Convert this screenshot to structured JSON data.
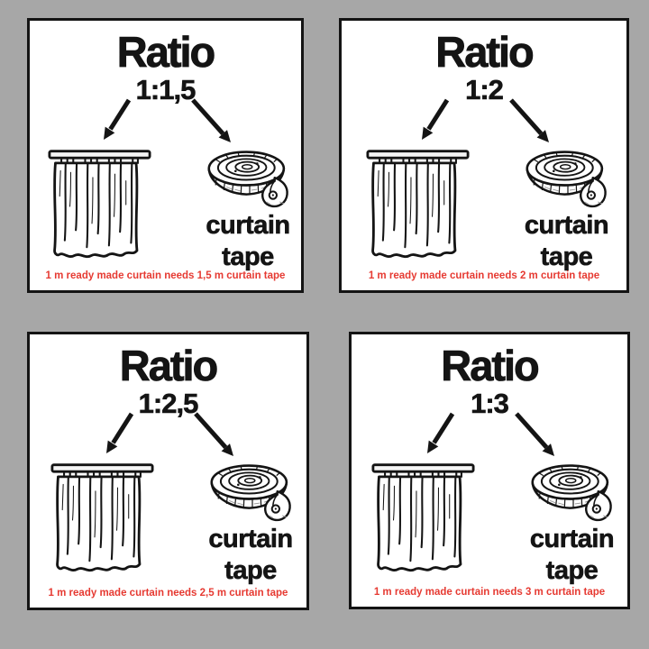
{
  "page": {
    "background_color": "#a7a7a7",
    "panel_background": "#ffffff",
    "ink_color": "#141414",
    "accent_red": "#e63a32",
    "icons": [
      "arrow-down-left-icon",
      "arrow-down-right-icon",
      "curtain-icon",
      "curtain-tape-icon"
    ]
  },
  "panels": [
    {
      "title": "Ratio",
      "ratio": "1:1,5",
      "label_line1": "curtain",
      "label_line2": "tape",
      "caption": "1 m ready made curtain needs 1,5 m curtain tape"
    },
    {
      "title": "Ratio",
      "ratio": "1:2",
      "label_line1": "curtain",
      "label_line2": "tape",
      "caption": "1 m ready made curtain needs 2 m curtain tape"
    },
    {
      "title": "Ratio",
      "ratio": "1:2,5",
      "label_line1": "curtain",
      "label_line2": "tape",
      "caption": "1 m ready made curtain needs 2,5 m curtain tape"
    },
    {
      "title": "Ratio",
      "ratio": "1:3",
      "label_line1": "curtain",
      "label_line2": "tape",
      "caption": "1 m ready made curtain needs 3 m curtain tape"
    }
  ]
}
